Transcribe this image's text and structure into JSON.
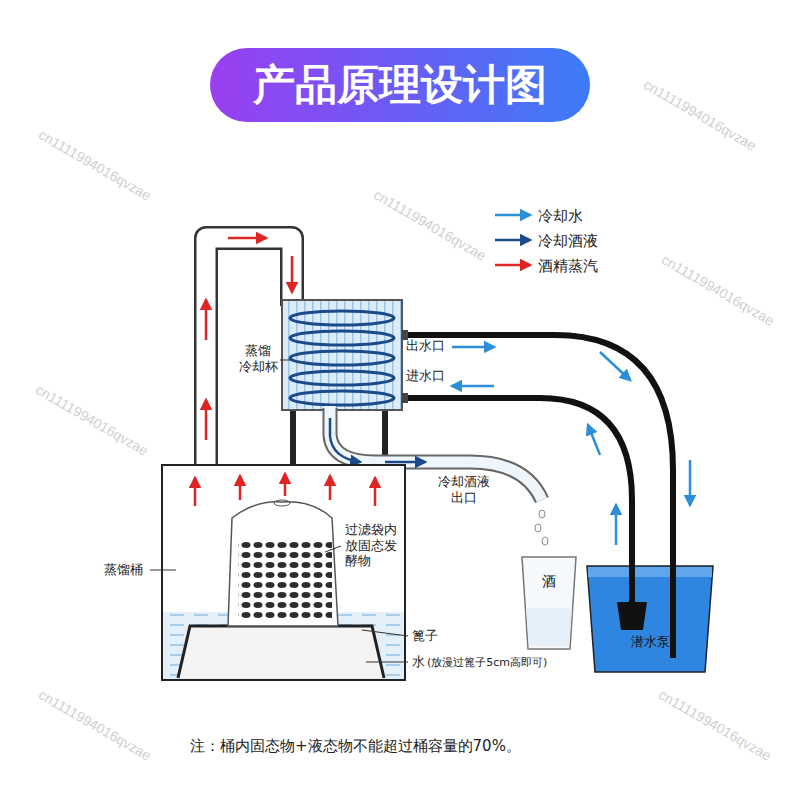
{
  "diagram": {
    "title": "产品原理设计图",
    "nodes": [
      {
        "text": [
          "酒"
        ]
      },
      {
        "text": [
          "潜水泵"
        ]
      }
    ],
    "labels": [
      "蒸馏 冷却杯",
      "出水口",
      "进水口",
      "冷却酒液 出口",
      "过滤袋内 放固态发 酵物",
      "蒸馏桶",
      "篦子",
      "水",
      "(放漫过篦子5cm高即可)",
      "注：桶内固态物+液态物不能超过桶容量的70%。",
      "cn1111994016qvzae",
      "cn1111994016qvzae",
      "cn1111994016qvzae",
      "cn1111994016qvzae",
      "cn1111994016qvzae",
      "cn1111994016qvzae",
      "cn1111994016qvzae"
    ],
    "legend": [
      {
        "text": "冷却水"
      },
      {
        "text": "冷却酒液"
      },
      {
        "text": "酒精蒸汽"
      }
    ]
  }
}
